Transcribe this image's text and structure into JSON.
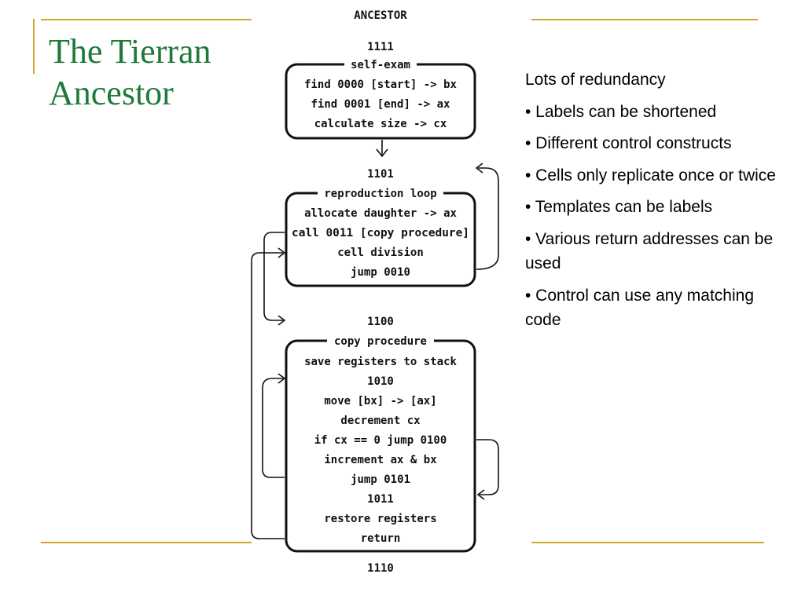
{
  "slide": {
    "title_lines": [
      "The Tierran",
      "Ancestor"
    ],
    "accent_color": "#d4a72c",
    "title_color": "#1f7a3a"
  },
  "bullets": [
    "Lots of redundancy",
    "• Labels can be shortened",
    "• Different control constructs",
    "• Cells only replicate once or twice",
    "• Templates can be labels",
    "• Various return addresses can be used",
    "• Control can use any matching code"
  ],
  "diagram": {
    "header": "ANCESTOR",
    "blocks": [
      {
        "label_above": "1111",
        "name": "self-exam",
        "lines": [
          "find 0000 [start] -> bx",
          "find 0001  [end]  -> ax",
          "calculate size    -> cx"
        ]
      },
      {
        "label_above": "1101",
        "name": "reproduction loop",
        "lines": [
          "allocate daughter -> ax",
          "call 0011 [copy procedure]",
          "cell division",
          "jump 0010"
        ]
      },
      {
        "label_above": "1100",
        "name": "copy procedure",
        "lines": [
          "save registers to stack",
          "1010",
          "move [bx] -> [ax]",
          "decrement cx",
          "if cx == 0 jump 0100",
          "increment ax & bx",
          "jump 0101",
          "1011",
          "restore registers",
          "return"
        ]
      }
    ],
    "footer": "1110"
  }
}
